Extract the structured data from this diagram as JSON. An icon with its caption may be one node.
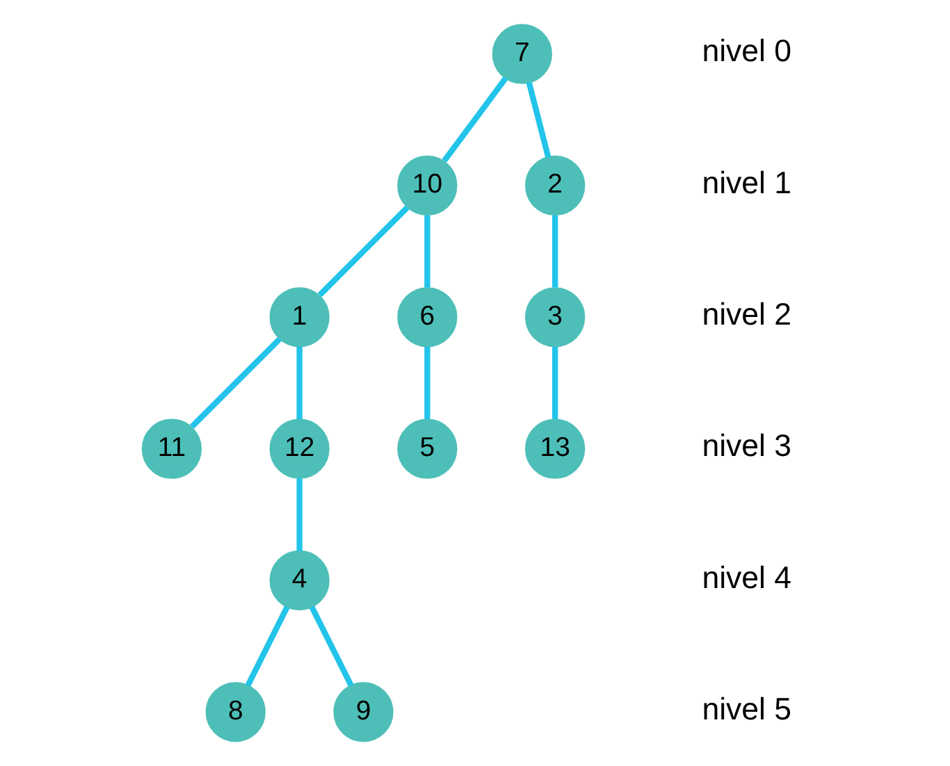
{
  "diagram": {
    "nodes": [
      {
        "text": [
          "7"
        ]
      },
      {
        "text": [
          "10"
        ]
      },
      {
        "text": [
          "2"
        ]
      },
      {
        "text": [
          "1"
        ]
      },
      {
        "text": [
          "6"
        ]
      },
      {
        "text": [
          "3"
        ]
      },
      {
        "text": [
          "11"
        ]
      },
      {
        "text": [
          "12"
        ]
      },
      {
        "text": [
          "5"
        ]
      },
      {
        "text": [
          "13"
        ]
      },
      {
        "text": [
          "4"
        ]
      },
      {
        "text": [
          "8"
        ]
      },
      {
        "text": [
          "9"
        ]
      }
    ],
    "edges": [
      {
        "from": 0,
        "to": 1,
        "arrow": "none"
      },
      {
        "from": 0,
        "to": 2,
        "arrow": "none"
      },
      {
        "from": 1,
        "to": 3,
        "arrow": "none"
      },
      {
        "from": 1,
        "to": 4,
        "arrow": "none"
      },
      {
        "from": 2,
        "to": 5,
        "arrow": "none"
      },
      {
        "from": 3,
        "to": 6,
        "arrow": "none"
      },
      {
        "from": 3,
        "to": 7,
        "arrow": "none"
      },
      {
        "from": 4,
        "to": 8,
        "arrow": "none"
      },
      {
        "from": 5,
        "to": 9,
        "arrow": "none"
      },
      {
        "from": 7,
        "to": 10,
        "arrow": "none"
      },
      {
        "from": 10,
        "to": 11,
        "arrow": "none"
      },
      {
        "from": 10,
        "to": 12,
        "arrow": "none"
      }
    ],
    "labels": [
      "nivel 0",
      "nivel 1",
      "nivel 2",
      "nivel 3",
      "nivel 4",
      "nivel 5"
    ]
  }
}
